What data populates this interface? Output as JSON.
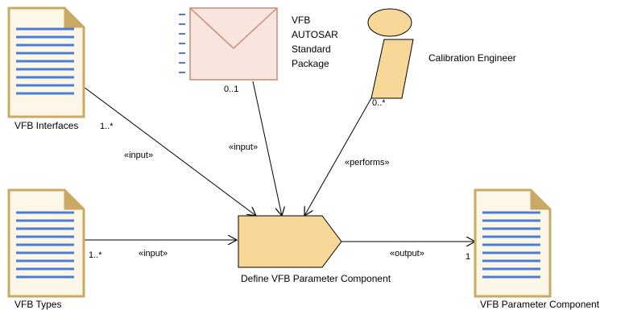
{
  "artifacts": {
    "vfb_interfaces": {
      "label": "VFB Interfaces",
      "multiplicity": "1..*"
    },
    "vfb_types": {
      "label": "VFB Types",
      "multiplicity": "1..*"
    },
    "vfb_parameter_component": {
      "label": "VFB Parameter Component",
      "multiplicity": "1"
    }
  },
  "package": {
    "label_lines": [
      "VFB",
      "AUTOSAR",
      "Standard",
      "Package"
    ],
    "multiplicity": "0..1"
  },
  "role": {
    "label": "Calibration Engineer",
    "multiplicity": "0..*"
  },
  "task": {
    "label": "Define VFB Parameter Component"
  },
  "edges": {
    "interfaces_input": "«input»",
    "package_input": "«input»",
    "performs": "«performs»",
    "types_input": "«input»",
    "output": "«output»"
  },
  "colors": {
    "doc_fill": "#fdf7e8",
    "doc_border": "#c9a963",
    "doc_fold": "#c9a963",
    "doc_lines": "#4d7cd6",
    "envelope_fill": "#f8e6de",
    "envelope_stroke": "#c98a78",
    "envelope_dash": "#4d7cd6",
    "task_fill": "#f8d898",
    "task_stroke": "#000000",
    "role_fill": "#f8d898"
  }
}
